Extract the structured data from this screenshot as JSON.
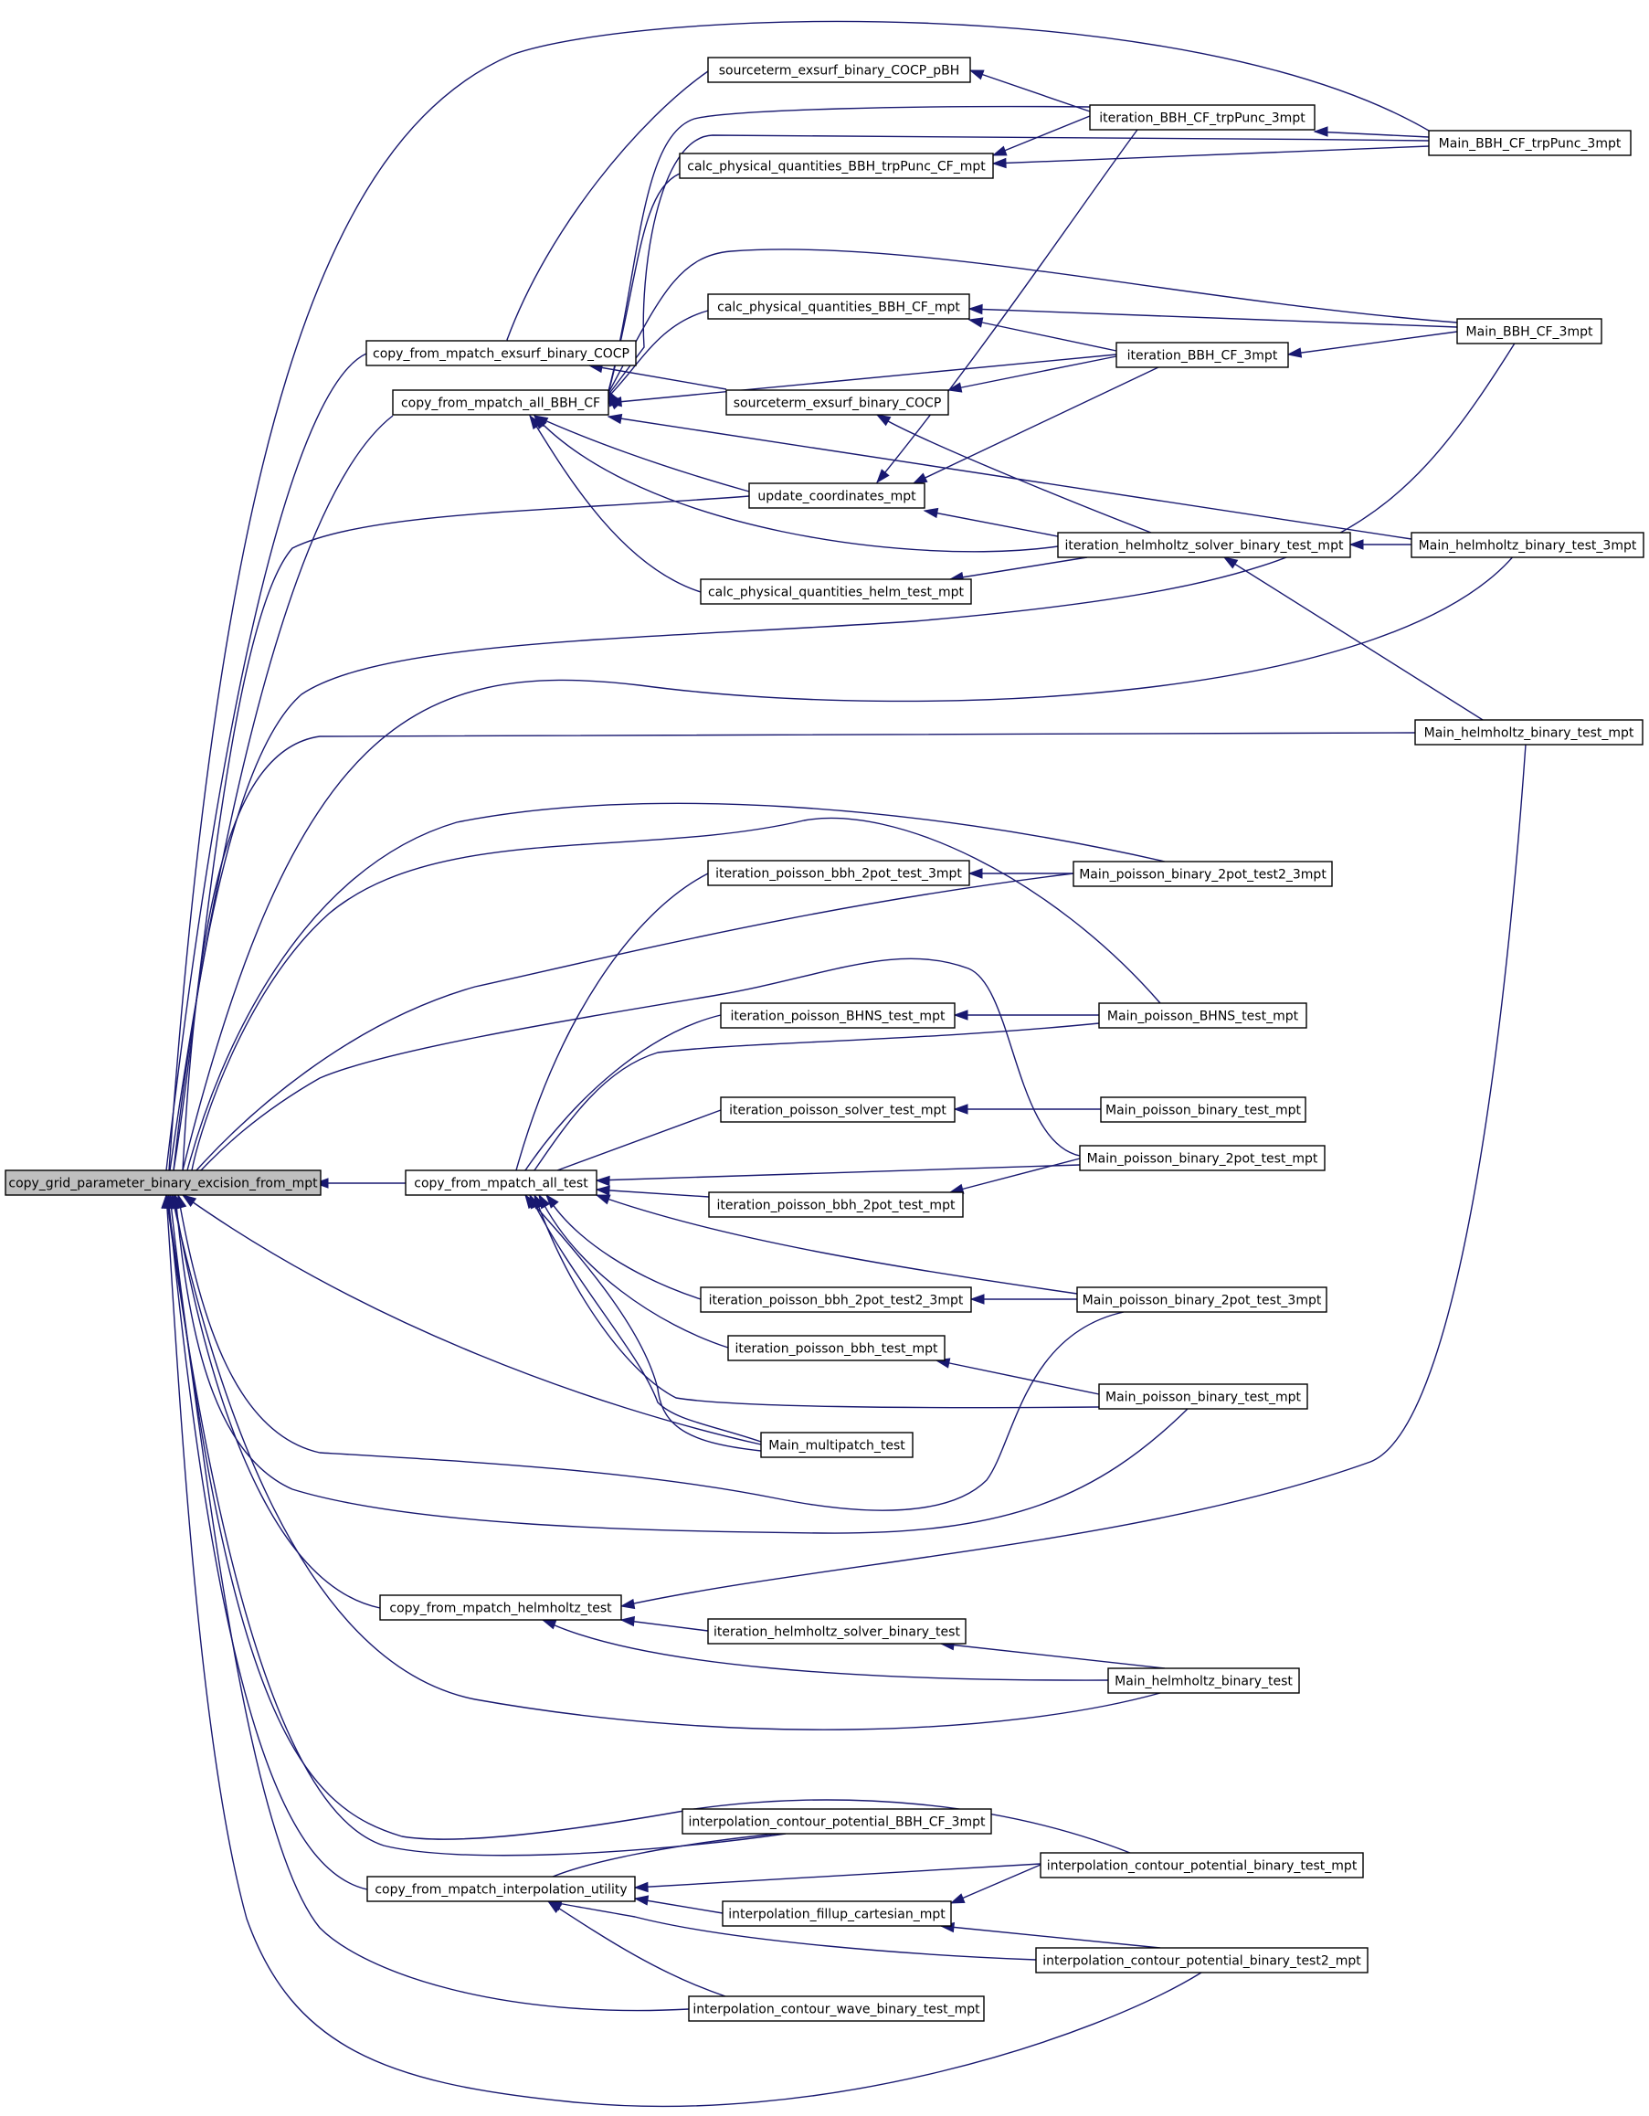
{
  "graph": {
    "edge_color": "#191970",
    "root_fill": "#bfbfbf",
    "nodes": [
      {
        "id": "root",
        "label": "copy_grid_parameter_binary_excision_from_mpt",
        "root": true
      },
      {
        "id": "cfm_exsurf",
        "label": "copy_from_mpatch_exsurf_binary_COCP"
      },
      {
        "id": "cfm_bbh",
        "label": "copy_from_mpatch_all_BBH_CF"
      },
      {
        "id": "cfm_test",
        "label": "copy_from_mpatch_all_test"
      },
      {
        "id": "cfm_helm",
        "label": "copy_from_mpatch_helmholtz_test"
      },
      {
        "id": "cfm_interp",
        "label": "copy_from_mpatch_interpolation_utility"
      },
      {
        "id": "st_pbh",
        "label": "sourceterm_exsurf_binary_COCP_pBH"
      },
      {
        "id": "calc_trp",
        "label": "calc_physical_quantities_BBH_trpPunc_CF_mpt"
      },
      {
        "id": "calc_cf",
        "label": "calc_physical_quantities_BBH_CF_mpt"
      },
      {
        "id": "st_cocp",
        "label": "sourceterm_exsurf_binary_COCP"
      },
      {
        "id": "upd",
        "label": "update_coordinates_mpt"
      },
      {
        "id": "calc_helm",
        "label": "calc_physical_quantities_helm_test_mpt"
      },
      {
        "id": "it_trp",
        "label": "iteration_BBH_CF_trpPunc_3mpt"
      },
      {
        "id": "it_cf3",
        "label": "iteration_BBH_CF_3mpt"
      },
      {
        "id": "it_helm_mpt",
        "label": "iteration_helmholtz_solver_binary_test_mpt"
      },
      {
        "id": "m_trp",
        "label": "Main_BBH_CF_trpPunc_3mpt"
      },
      {
        "id": "m_cf3",
        "label": "Main_BBH_CF_3mpt"
      },
      {
        "id": "m_helm3",
        "label": "Main_helmholtz_binary_test_3mpt"
      },
      {
        "id": "m_helm_mpt",
        "label": "Main_helmholtz_binary_test_mpt"
      },
      {
        "id": "it_p2_3",
        "label": "iteration_poisson_bbh_2pot_test_3mpt"
      },
      {
        "id": "m_p2t2_3",
        "label": "Main_poisson_binary_2pot_test2_3mpt"
      },
      {
        "id": "it_bhns",
        "label": "iteration_poisson_BHNS_test_mpt"
      },
      {
        "id": "m_bhns",
        "label": "Main_poisson_BHNS_test_mpt"
      },
      {
        "id": "it_ps",
        "label": "iteration_poisson_solver_test_mpt"
      },
      {
        "id": "m_pbt_a",
        "label": "Main_poisson_binary_test_mpt"
      },
      {
        "id": "m_p2_mpt",
        "label": "Main_poisson_binary_2pot_test_mpt"
      },
      {
        "id": "it_p2_mpt",
        "label": "iteration_poisson_bbh_2pot_test_mpt"
      },
      {
        "id": "it_p2t2_3",
        "label": "iteration_poisson_bbh_2pot_test2_3mpt"
      },
      {
        "id": "m_p2_3",
        "label": "Main_poisson_binary_2pot_test_3mpt"
      },
      {
        "id": "it_pbbh",
        "label": "iteration_poisson_bbh_test_mpt"
      },
      {
        "id": "m_pbt_b",
        "label": "Main_poisson_binary_test_mpt"
      },
      {
        "id": "m_multi",
        "label": "Main_multipatch_test"
      },
      {
        "id": "it_helm",
        "label": "iteration_helmholtz_solver_binary_test"
      },
      {
        "id": "m_helm",
        "label": "Main_helmholtz_binary_test"
      },
      {
        "id": "ic_bbh",
        "label": "interpolation_contour_potential_BBH_CF_3mpt"
      },
      {
        "id": "ic_bt",
        "label": "interpolation_contour_potential_binary_test_mpt"
      },
      {
        "id": "ifc",
        "label": "interpolation_fillup_cartesian_mpt"
      },
      {
        "id": "ic_bt2",
        "label": "interpolation_contour_potential_binary_test2_mpt"
      },
      {
        "id": "icw",
        "label": "interpolation_contour_wave_binary_test_mpt"
      }
    ]
  }
}
